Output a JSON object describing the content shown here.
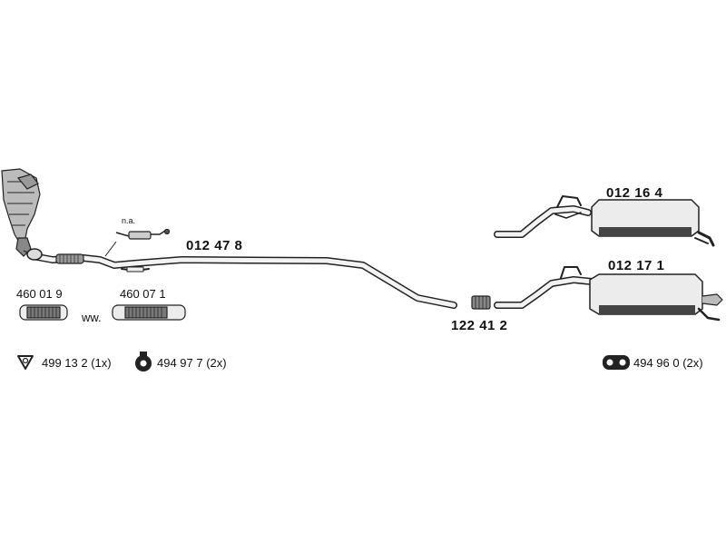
{
  "parts": {
    "front_pipe": "012 47 8",
    "rear_muffler_a": "012 16 4",
    "rear_muffler_b": "012 17 1",
    "connector": "122 41 2",
    "flex_pipe_a": "460 01 9",
    "flex_pipe_b": "460 07 1",
    "alt_marker": "ww.",
    "sensor_note": "n.a."
  },
  "accessories": {
    "gasket": "499 13 2 (1x)",
    "rubber_mount": "494 97 7 (2x)",
    "rubber_mount_double": "494 96 0 (2x)"
  }
}
